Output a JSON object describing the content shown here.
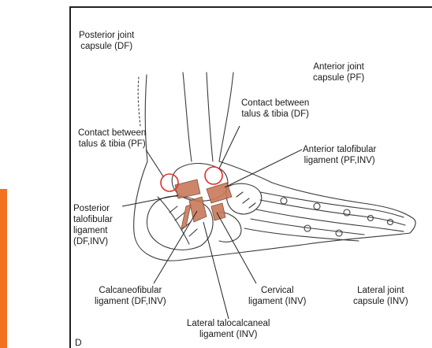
{
  "colors": {
    "accent_bar": "#f37021",
    "ligament": "#c8795a",
    "contact_circle": "#e0302a",
    "line_art": "#3a3a3a"
  },
  "labels": {
    "posterior_capsule": [
      "Posterior joint",
      "capsule (DF)"
    ],
    "anterior_capsule": [
      "Anterior joint",
      "capsule (PF)"
    ],
    "contact_df": [
      "Contact between",
      "talus & tibia (DF)"
    ],
    "contact_pf": [
      "Contact between",
      "talus & tibia (PF)"
    ],
    "anterior_talofibular": [
      "Anterior talofibular",
      "ligament (PF,INV)"
    ],
    "posterior_talofibular": [
      "Posterior",
      "talofibular",
      "ligament",
      "(DF,INV)"
    ],
    "calcaneofibular": [
      "Calcaneofibular",
      "ligament (DF,INV)"
    ],
    "cervical": [
      "Cervical",
      "ligament (INV)"
    ],
    "lateral_capsule": [
      "Lateral joint",
      "capsule (INV)"
    ],
    "lateral_talocalcaneal": [
      "Lateral talocalcaneal",
      "ligament (INV)"
    ]
  },
  "corner_mark": "D"
}
